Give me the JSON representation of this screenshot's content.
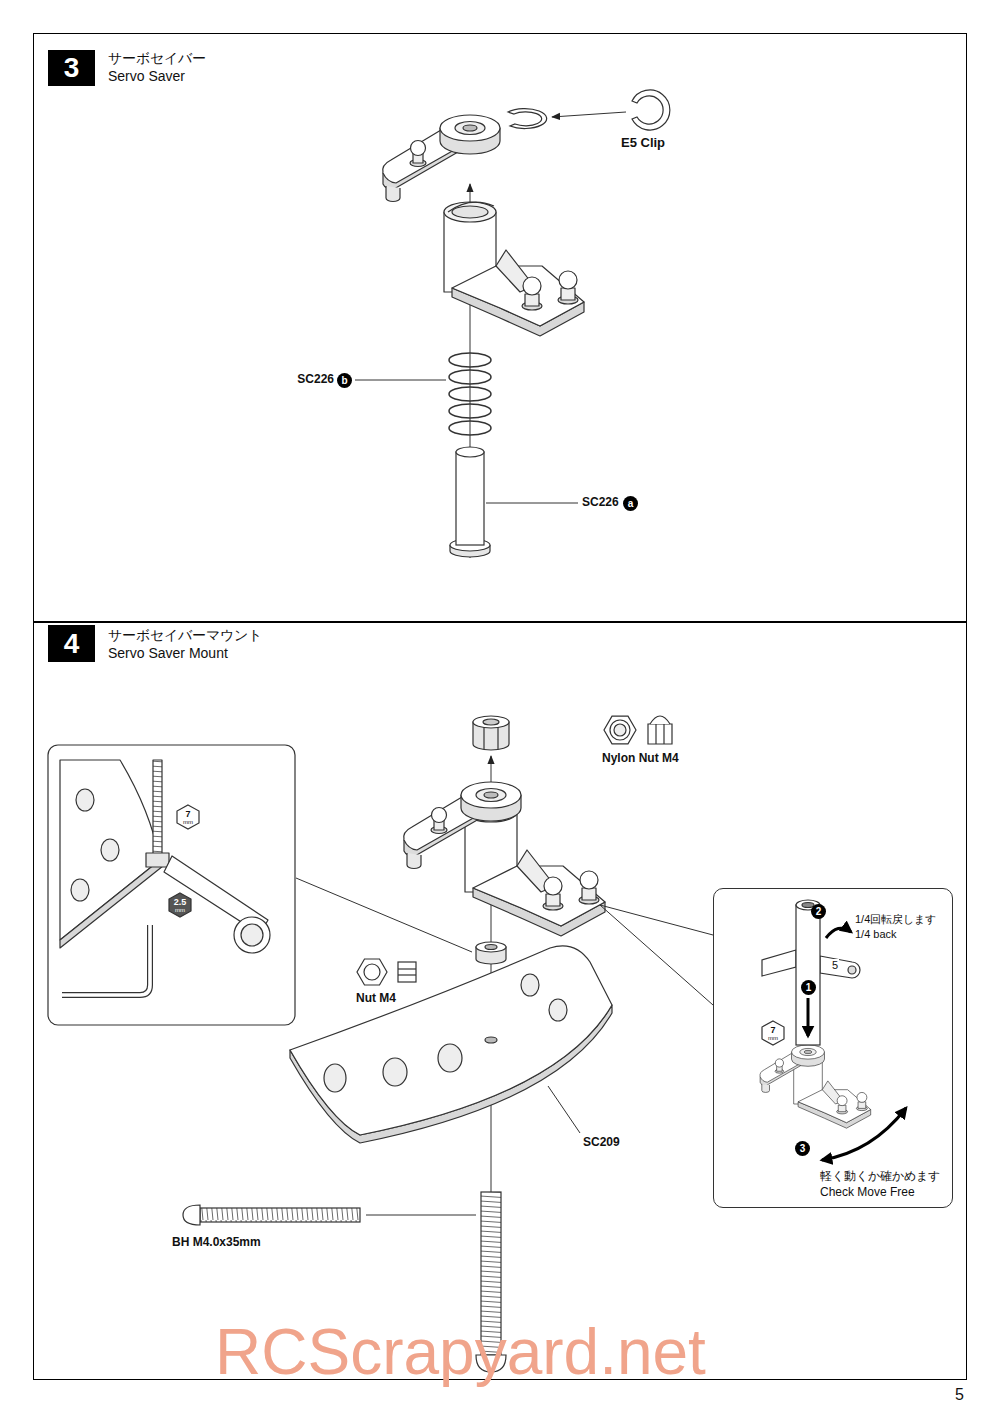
{
  "diagram": {
    "nodes": [
      {
        "text": [
          "サーボセイバー",
          "Servo Saver"
        ]
      },
      {
        "text": [
          "3"
        ],
        "in": 0
      },
      {
        "text": [
          "b"
        ],
        "in": 0
      },
      {
        "text": [
          "a"
        ],
        "in": 0
      },
      {
        "text": [
          "サーボセイバーマウント",
          "Servo Saver Mount"
        ]
      },
      {
        "text": [
          "4"
        ],
        "in": 4
      },
      {
        "text": [
          "7",
          "mm"
        ],
        "in": 4
      },
      {
        "text": [
          "2.5",
          "mm"
        ],
        "in": 4
      },
      {
        "text": [
          "1/4回転戻します",
          "1/4 back",
          "軽く動くか確かめます",
          "Check Move Free"
        ],
        "in": 4
      },
      {
        "text": [
          "1"
        ],
        "in": 8
      },
      {
        "text": [
          "2"
        ],
        "in": 8
      },
      {
        "text": [
          "3"
        ],
        "in": 8
      },
      {
        "text": [
          "7",
          "mm"
        ],
        "in": 8
      }
    ],
    "labels": [
      "E5 Clip",
      "SC226",
      "SC226",
      "Nylon Nut M4",
      "Nut M4",
      "SC209",
      "BH M4.0x35mm",
      "5",
      "5",
      "RCScrapyard.net"
    ]
  }
}
